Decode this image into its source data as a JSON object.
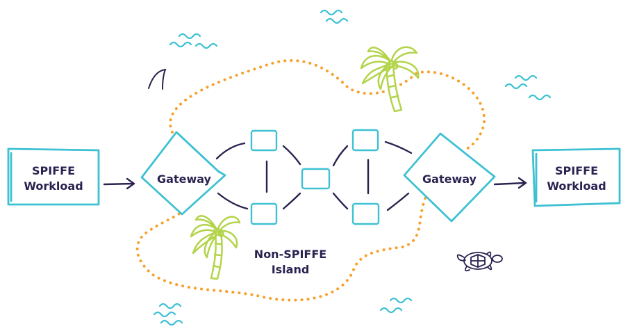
{
  "diagram": {
    "left_workload": {
      "line1": "SPIFFE",
      "line2": "Workload"
    },
    "left_gateway": "Gateway",
    "right_gateway": "Gateway",
    "right_workload": {
      "line1": "SPIFFE",
      "line2": "Workload"
    },
    "island": {
      "line1": "Non-SPIFFE",
      "line2": "Island"
    }
  },
  "colors": {
    "box": "#3ec1d3",
    "ink": "#2a2250",
    "dots": "#f6a12b",
    "palm": "#b3d44a",
    "waves": "#3ec1d3"
  },
  "icons": [
    "wave-icon",
    "shark-fin-icon",
    "palm-tree-icon",
    "turtle-icon",
    "arrow-right-icon"
  ]
}
